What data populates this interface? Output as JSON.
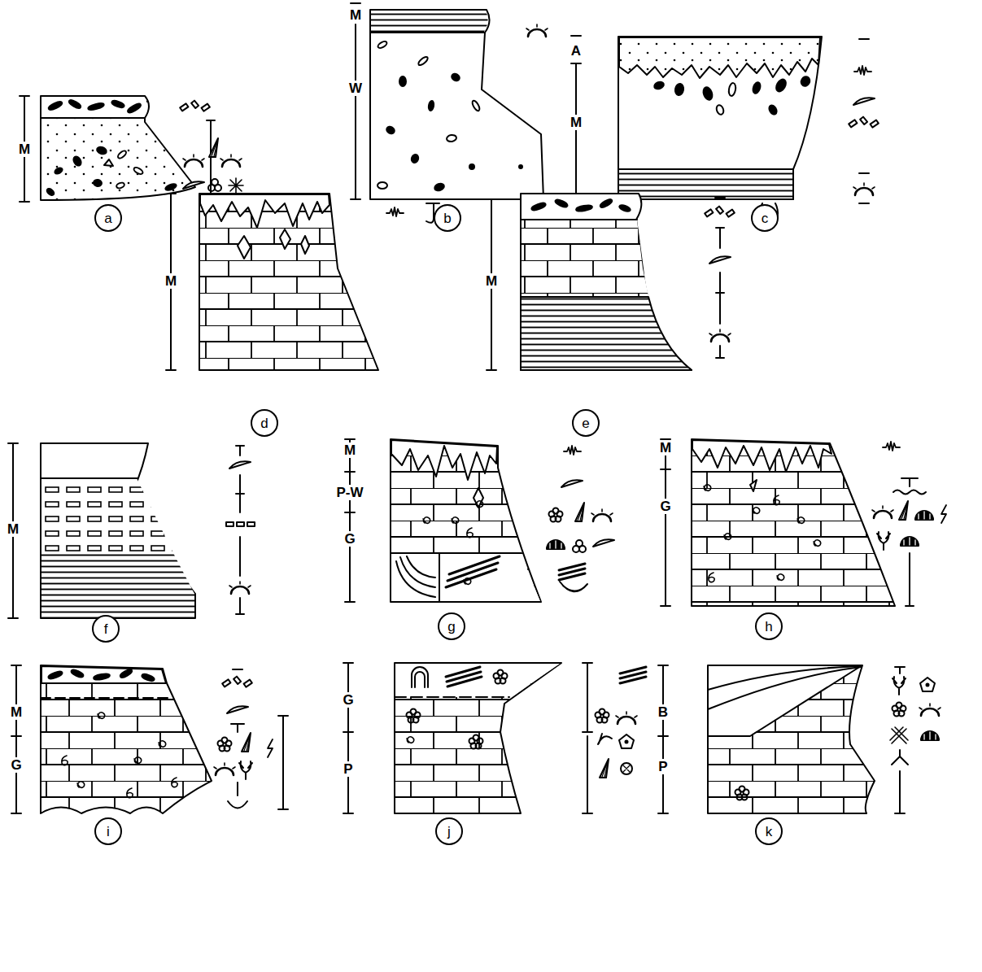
{
  "diagram": {
    "nodes": [
      {
        "text": [
          "a"
        ]
      },
      {
        "text": [
          "b"
        ]
      },
      {
        "text": [
          "c"
        ]
      },
      {
        "text": [
          "d"
        ]
      },
      {
        "text": [
          "e"
        ]
      },
      {
        "text": [
          "f"
        ]
      },
      {
        "text": [
          "g"
        ]
      },
      {
        "text": [
          "h"
        ]
      },
      {
        "text": [
          "i"
        ]
      },
      {
        "text": [
          "j"
        ]
      },
      {
        "text": [
          "k"
        ]
      }
    ],
    "labels": [
      "M",
      "M",
      "W",
      "A",
      "M",
      "M",
      "M",
      "M",
      "M",
      "P-W",
      "G",
      "M",
      "G",
      "M",
      "G",
      "G",
      "P",
      "B",
      "P"
    ]
  }
}
